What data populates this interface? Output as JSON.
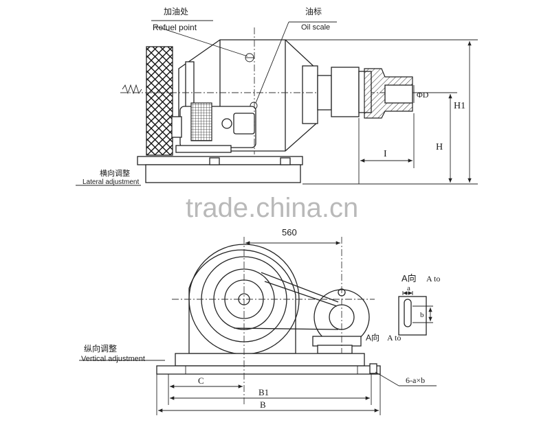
{
  "top_view": {
    "refuel_cn": "加油处",
    "refuel_en": "Refuel point",
    "oil_cn": "油标",
    "oil_en": "Oil scale",
    "phi_d": "ΦD",
    "h1": "H1",
    "h": "H",
    "l": "I",
    "lateral_cn": "横向调整",
    "lateral_en": "Lateral adjustment"
  },
  "watermark": "trade.china.cn",
  "bottom_view": {
    "dim_560": "560",
    "a_dir_cn": "A向",
    "a_dir_en": "A to",
    "a": "a",
    "b": "b",
    "vertical_cn": "纵向调整",
    "vertical_en": "Vertical adjustment",
    "c": "C",
    "b1": "B1",
    "big_b": "B",
    "holes": "6-a×b"
  }
}
